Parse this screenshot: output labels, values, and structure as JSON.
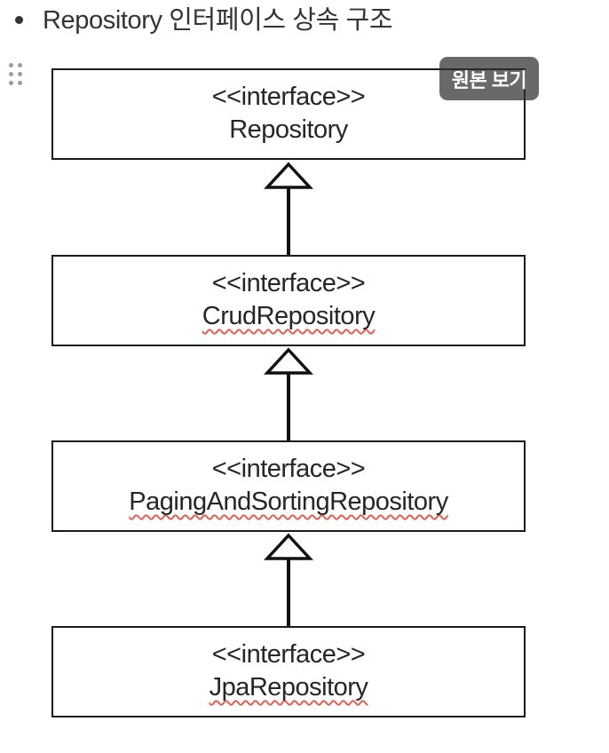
{
  "list_item": {
    "text": "Repository 인터페이스 상속 구조"
  },
  "image_block": {
    "view_original_button": "원본 보기"
  },
  "diagram": {
    "type": "uml-class-diagram",
    "relation": "inheritance arrows point upward from each subtype to its supertype",
    "boxes": [
      {
        "stereotype": "<<interface>>",
        "name": "Repository"
      },
      {
        "stereotype": "<<interface>>",
        "name": "CrudRepository"
      },
      {
        "stereotype": "<<interface>>",
        "name": "PagingAndSortingRepository"
      },
      {
        "stereotype": "<<interface>>",
        "name": "JpaRepository"
      }
    ]
  },
  "colors": {
    "box_border": "#1a1a1a",
    "text": "#262626",
    "spellcheck_underline": "#e06055",
    "button_background": "rgba(47,47,47,0.72)",
    "button_text": "#ffffff",
    "drag_handle_dots": "#9d9d9d"
  }
}
